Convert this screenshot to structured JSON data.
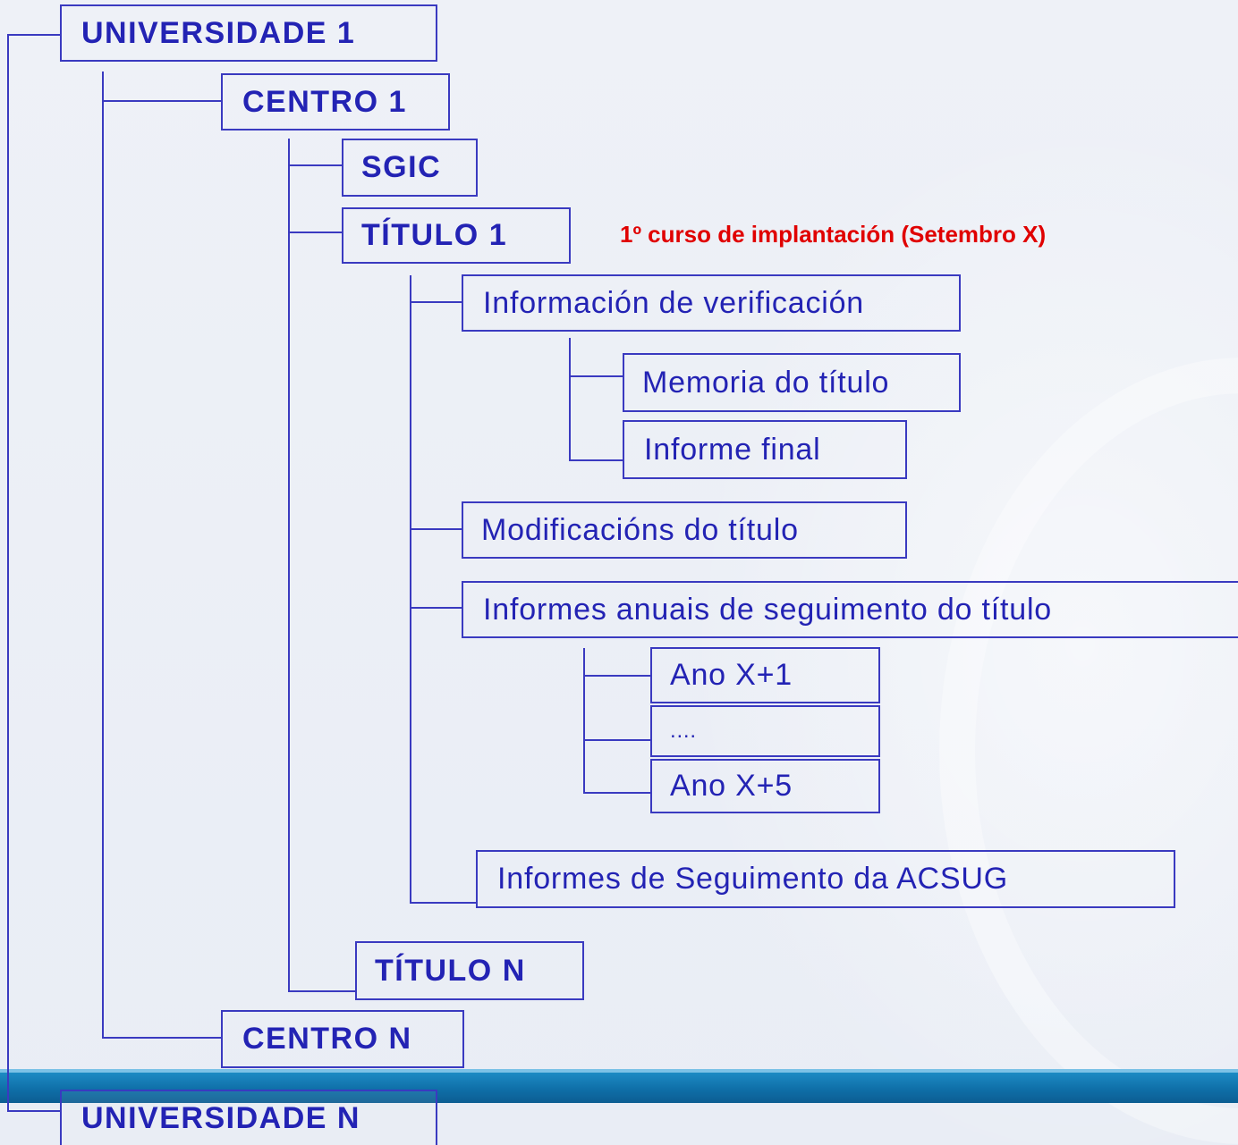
{
  "colors": {
    "node_text": "#2323b4",
    "node_border": "#3a3ac0",
    "note_text": "#e00000",
    "bar": "#0f6fa8"
  },
  "nodes": {
    "univ1": "UNIVERSIDADE 1",
    "centro1": "CENTRO 1",
    "sgic": "SGIC",
    "titulo1": "TÍTULO 1",
    "info_verif": "Información de verificación",
    "memoria": "Memoria do título",
    "informe_final": "Informe final",
    "modificacions": "Modificacións do título",
    "informes_anuais": "Informes anuais de seguimento do título",
    "ano1": "Ano X+1",
    "ellipsis": "....",
    "ano5": "Ano X+5",
    "acsug": "Informes de Seguimento da ACSUG",
    "tituloN": "TÍTULO N",
    "centroN": "CENTRO N",
    "univN": "UNIVERSIDADE N"
  },
  "note": "1º curso de implantación (Setembro X)"
}
